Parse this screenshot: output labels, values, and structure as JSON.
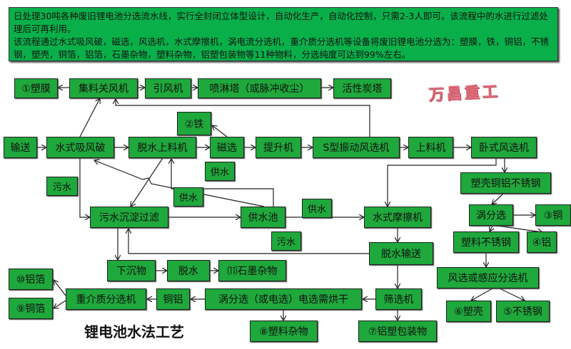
{
  "header": {
    "line1": "日处理30吨各种废旧锂电池分选流水线，实行全封闭立体型设计，自动化生产，自动化控制，只需2-3人即可。该流程中的水进行过滤处理后可再利用。",
    "line2": "该流程通过水式吸风破，磁选，风选机，水式摩擦机，涡电流分选机，重介质分选机等设备将废旧锂电池分选为：塑膜，铁，铜铝，不锈钢，塑壳，铜箔，铝箔，石墨杂物，塑料杂物，铝塑包装物等11种物料，分选纯度可达到99%左右。"
  },
  "logo": "万昌重工",
  "title": "锂电池水法工艺",
  "nodes": {
    "plastic_film": "①塑膜",
    "collector": "集料关风机",
    "fan": "引风机",
    "spray_tower": "喷淋塔（或脉冲收尘）",
    "carbon_tower": "活性炭塔",
    "iron": "②铁",
    "convey": "输送",
    "crusher": "水式吸风破",
    "dewater_feeder": "脱水上料机",
    "magnetic": "磁选",
    "elevator": "提升机",
    "s_vibrating": "S型振动风选机",
    "feeder": "上料机",
    "horizontal_sep": "卧式风选机",
    "water_supply1": "供水",
    "sewage1": "污水",
    "water_supply2": "供水",
    "water_supply3": "供水",
    "sewage2": "污水",
    "mixed": "塑壳铜铝不锈钢",
    "sewage_filter": "污水沉淀过滤",
    "water_pool": "供水池",
    "friction": "水式摩擦机",
    "eddy1": "涡分选",
    "copper": "③铜",
    "plastic_steel": "塑料不锈钢",
    "aluminum": "④铝",
    "dewater_convey": "脱水输送",
    "sediment": "下沉物",
    "dewater": "脱水",
    "graphite": "⑾石墨杂物",
    "air_induction": "风选或感应分选机",
    "al_foil": "⑩铝箔",
    "dense_medium": "重介质分选机",
    "cu_al": "铜铝",
    "eddy2": "涡分选（或电选）电选需烘干",
    "screen": "筛选机",
    "cu_foil": "⑨铜箔",
    "shell": "⑥塑壳",
    "stainless": "⑤不锈钢",
    "plastic_impurity": "⑧塑料杂物",
    "al_plastic_pack": "⑦铝塑包装物"
  }
}
